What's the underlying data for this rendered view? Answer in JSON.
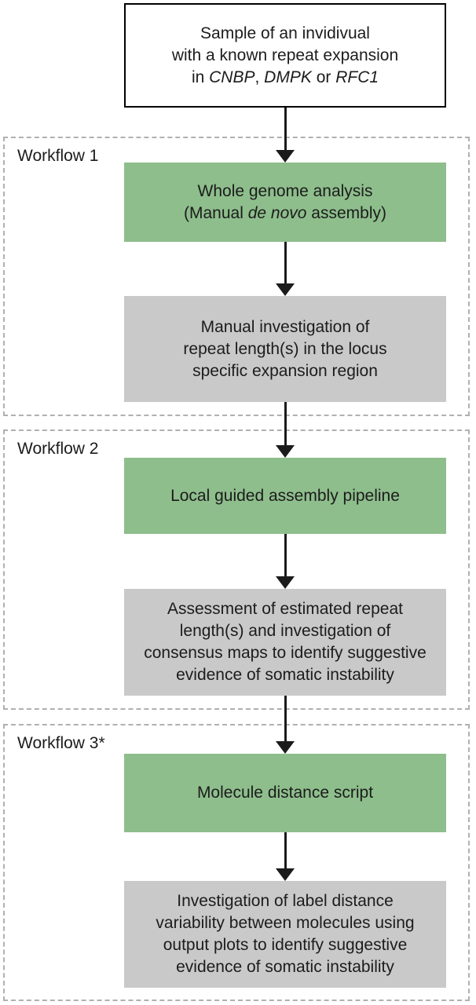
{
  "colors": {
    "green-box": "#8ebe8c",
    "gray-box": "#c9c9c9",
    "box-border": "#000000",
    "dashed-border": "#b0b0b0",
    "arrow": "#1b1b1b",
    "text": "#1c1c1c",
    "background": "#ffffff"
  },
  "top_box": {
    "lines": [
      {
        "parts": [
          {
            "t": "Sample of an invidivual"
          }
        ]
      },
      {
        "parts": [
          {
            "t": "with a known repeat expansion"
          }
        ]
      },
      {
        "parts": [
          {
            "t": "in "
          },
          {
            "t": "CNBP",
            "i": true
          },
          {
            "t": ", "
          },
          {
            "t": "DMPK",
            "i": true
          },
          {
            "t": " or "
          },
          {
            "t": "RFC1",
            "i": true
          }
        ]
      }
    ]
  },
  "workflows": [
    {
      "label": "Workflow 1",
      "green_box": {
        "lines": [
          {
            "parts": [
              {
                "t": "Whole genome analysis"
              }
            ]
          },
          {
            "parts": [
              {
                "t": "(Manual "
              },
              {
                "t": "de novo",
                "i": true
              },
              {
                "t": " assembly)"
              }
            ]
          }
        ]
      },
      "gray_box": {
        "lines": [
          {
            "parts": [
              {
                "t": "Manual investigation of"
              }
            ]
          },
          {
            "parts": [
              {
                "t": "repeat length(s) in the locus"
              }
            ]
          },
          {
            "parts": [
              {
                "t": "specific expansion region"
              }
            ]
          }
        ]
      }
    },
    {
      "label": "Workflow 2",
      "green_box": {
        "lines": [
          {
            "parts": [
              {
                "t": "Local guided assembly pipeline"
              }
            ]
          }
        ]
      },
      "gray_box": {
        "lines": [
          {
            "parts": [
              {
                "t": "Assessment of estimated repeat"
              }
            ]
          },
          {
            "parts": [
              {
                "t": "length(s) and investigation of"
              }
            ]
          },
          {
            "parts": [
              {
                "t": "consensus maps to identify suggestive"
              }
            ]
          },
          {
            "parts": [
              {
                "t": "evidence of somatic instability"
              }
            ]
          }
        ]
      }
    },
    {
      "label": "Workflow 3*",
      "green_box": {
        "lines": [
          {
            "parts": [
              {
                "t": "Molecule distance script"
              }
            ]
          }
        ]
      },
      "gray_box": {
        "lines": [
          {
            "parts": [
              {
                "t": "Investigation of label distance"
              }
            ]
          },
          {
            "parts": [
              {
                "t": "variability between molecules using"
              }
            ]
          },
          {
            "parts": [
              {
                "t": "output plots to identify suggestive"
              }
            ]
          },
          {
            "parts": [
              {
                "t": "evidence of somatic instability"
              }
            ]
          }
        ]
      }
    }
  ]
}
